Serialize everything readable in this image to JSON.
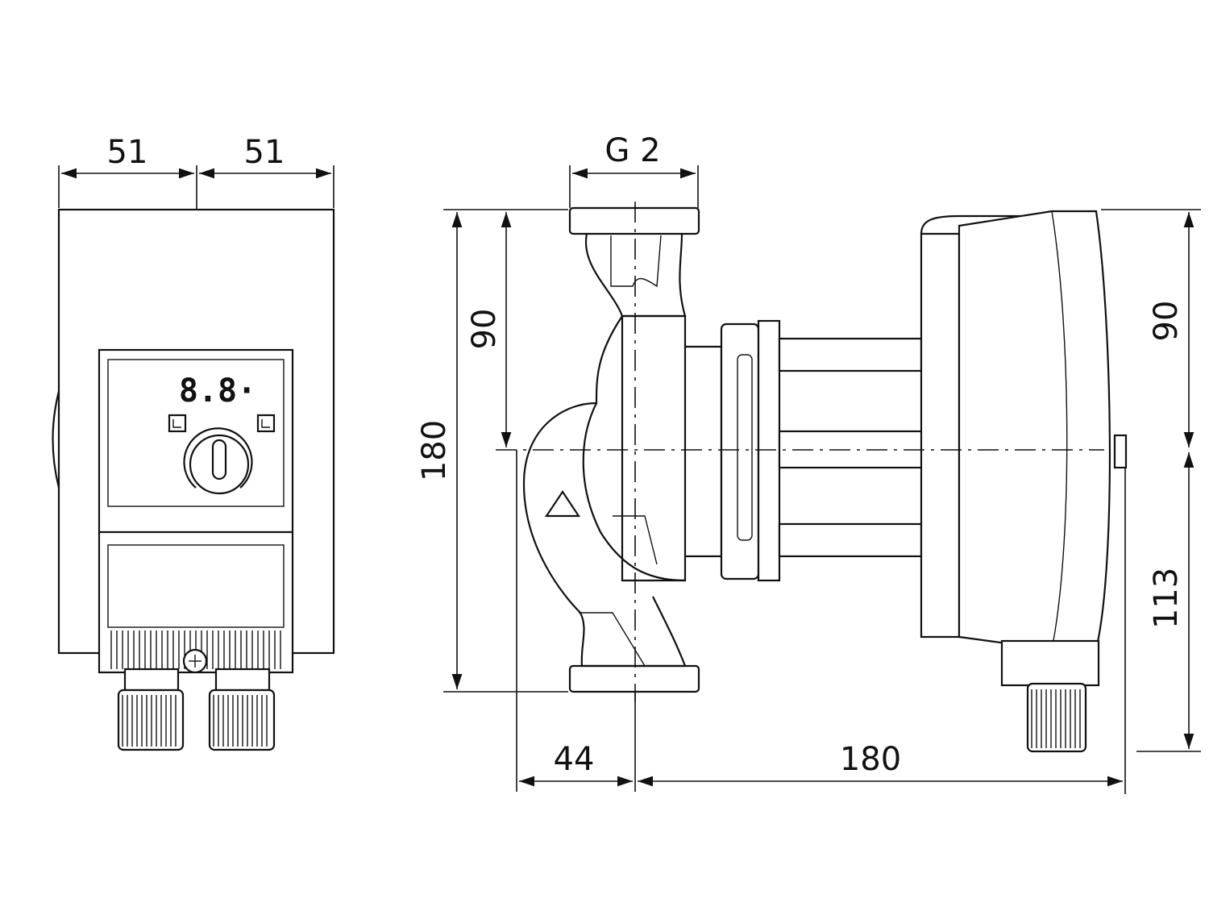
{
  "front_view": {
    "dim_left": "51",
    "dim_right": "51",
    "display_value": "8.8·"
  },
  "side_view": {
    "dim_thread": "G 2",
    "dim_total_height": "180",
    "dim_half_height": "90",
    "dim_top_right": "90",
    "dim_bottom_right": "113",
    "dim_offset": "44",
    "dim_length": "180"
  }
}
